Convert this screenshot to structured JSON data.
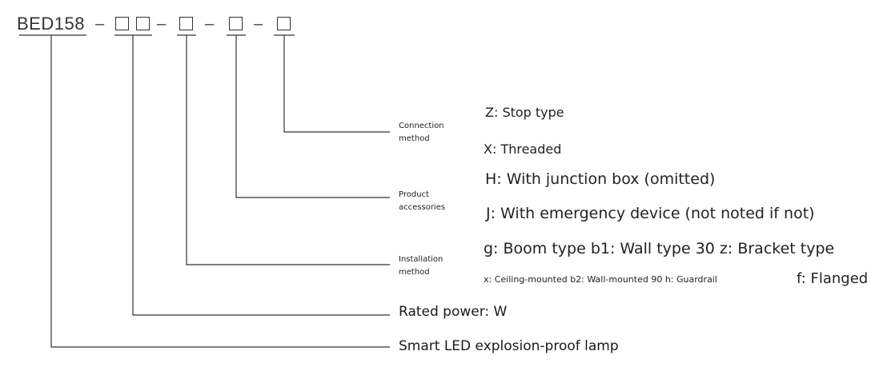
{
  "model_code": "BED158",
  "separator": "–",
  "slot_symbol": "□",
  "labels": {
    "connection": [
      "Connection",
      "method"
    ],
    "accessories": [
      "Product",
      "accessories"
    ],
    "installation": [
      "Installation",
      "method"
    ],
    "rated_power": "Rated power: W",
    "product_name": "Smart LED explosion-proof lamp"
  },
  "options": {
    "connection_z": "Z: Stop type",
    "connection_x": "X: Threaded",
    "accessory_h": "H: With junction box (omitted)",
    "accessory_j": "J: With emergency device (not noted if not)",
    "install_line1": "g: Boom type b1: Wall type 30 z: Bracket type",
    "install_line2": "x: Ceiling-mounted b2: Wall-mounted 90 h: Guardrail",
    "install_f": "f: Flanged"
  }
}
